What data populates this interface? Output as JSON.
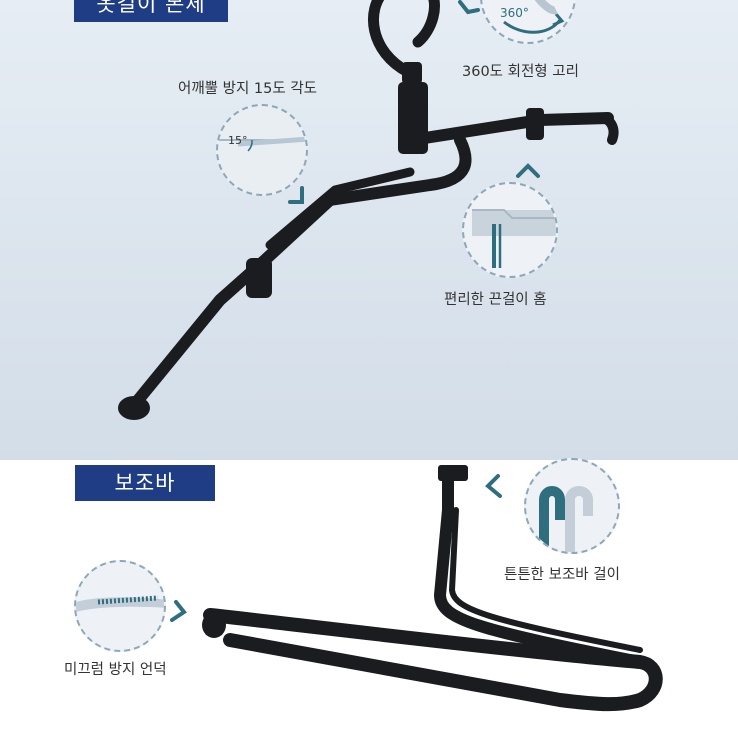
{
  "sections": {
    "top_header": "옷걸이 본체",
    "bottom_header": "보조바"
  },
  "callouts": {
    "rotation_label": "360도 회전형 고리",
    "rotation_badge": "360°",
    "angle_label": "어깨뿔 방지 15도 각도",
    "angle_badge": "15°",
    "groove_label": "편리한 끈걸이 홈",
    "support_label": "튼튼한 보조바 걸이",
    "slip_label": "미끄럼 방지 언덕"
  },
  "colors": {
    "header_bg": "#1f3d85",
    "accent_teal": "#2f6e7f",
    "hanger_black": "#1b1c1f",
    "top_bg": "#dde6ef"
  }
}
